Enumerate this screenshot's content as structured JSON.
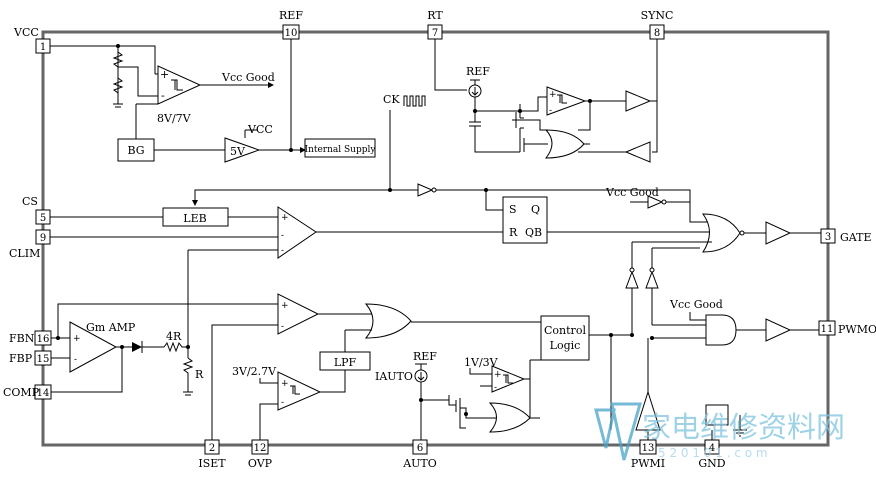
{
  "pins": {
    "vcc": {
      "label": "VCC",
      "num": "1"
    },
    "ref": {
      "label": "REF",
      "num": "10"
    },
    "rt": {
      "label": "RT",
      "num": "7"
    },
    "sync": {
      "label": "SYNC",
      "num": "8"
    },
    "cs": {
      "label": "CS",
      "num": "5"
    },
    "clim": {
      "label": "CLIM",
      "num": "9"
    },
    "gate": {
      "label": "GATE",
      "num": "3"
    },
    "pwmo": {
      "label": "PWMO",
      "num": "11"
    },
    "fbn": {
      "label": "FBN",
      "num": "16"
    },
    "fbp": {
      "label": "FBP",
      "num": "15"
    },
    "comp": {
      "label": "COMP",
      "num": "14"
    },
    "iset": {
      "label": "ISET",
      "num": "2"
    },
    "ovp": {
      "label": "OVP",
      "num": "12"
    },
    "auto": {
      "label": "AUTO",
      "num": "6"
    },
    "pwmi": {
      "label": "PWMI",
      "num": "13"
    },
    "gnd": {
      "label": "GND",
      "num": "4"
    }
  },
  "blocks": {
    "bg": "BG",
    "reg5v": "5V",
    "internal_supply": "Internal Supply",
    "leb": "LEB",
    "lpf": "LPF",
    "control_logic_1": "Control",
    "control_logic_2": "Logic",
    "sr_s": "S",
    "sr_q": "Q",
    "sr_r": "R",
    "sr_qb": "QB",
    "gm_amp": "Gm AMP"
  },
  "labels": {
    "vcc_good_1": "Vcc Good",
    "vcc_good_2": "Vcc Good",
    "vcc_good_3": "Vcc Good",
    "uvlo": "8V/7V",
    "vcc_internal": "VCC",
    "ck": "CK",
    "ref_osc": "REF",
    "ref_auto": "REF",
    "iauto": "IAUTO",
    "ovp_th": "3V/2.7V",
    "auto_th": "1V/3V",
    "r4": "4R",
    "r1": "R",
    "plus": "+",
    "minus": "-"
  },
  "watermark": {
    "cn": "家电维修资料网",
    "url": "5 2 0 1 0 1 . c o m"
  }
}
